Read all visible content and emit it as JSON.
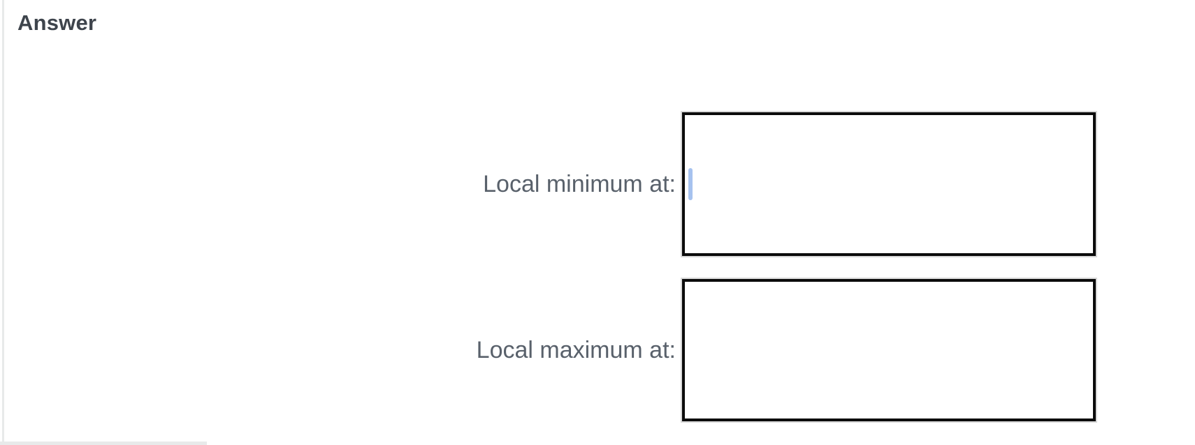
{
  "section": {
    "heading": "Answer"
  },
  "fields": [
    {
      "id": "local-minimum",
      "label": "Local minimum at:",
      "value": "",
      "focused": true
    },
    {
      "id": "local-maximum",
      "label": "Local maximum at:",
      "value": "",
      "focused": false
    }
  ],
  "colors": {
    "background": "#ffffff",
    "heading_text": "#3e444c",
    "label_text": "#59616b",
    "box_border": "#0b0b0b",
    "box_outline": "#d8d8d8",
    "caret": "#a6c2ef",
    "divider": "#e8eaea"
  }
}
